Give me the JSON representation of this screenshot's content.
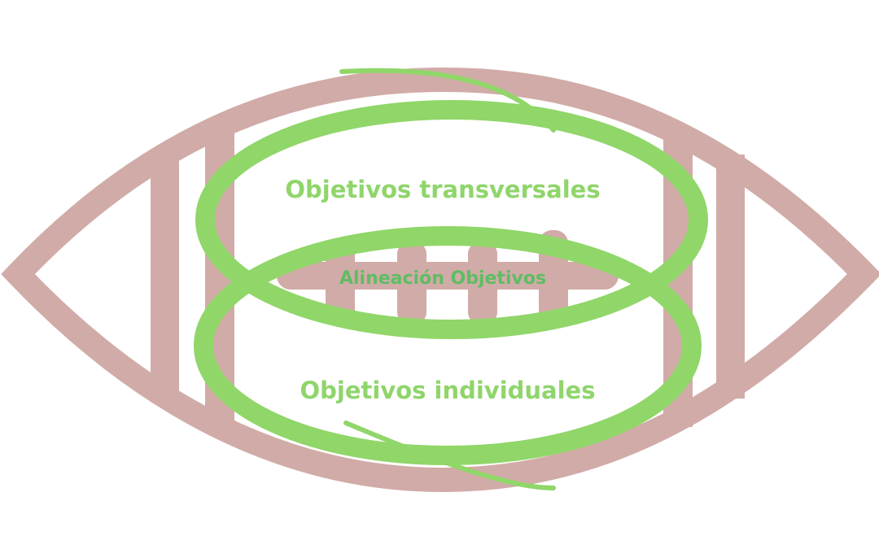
{
  "colors": {
    "football": "#d1aba7",
    "ring": "#90d669",
    "label": "#8fd56b",
    "center_label": "#5ebd63"
  },
  "labels": {
    "top": "Objetivos transversales",
    "center": "Alineación Objetivos",
    "bottom": "Objetivos individuales"
  }
}
